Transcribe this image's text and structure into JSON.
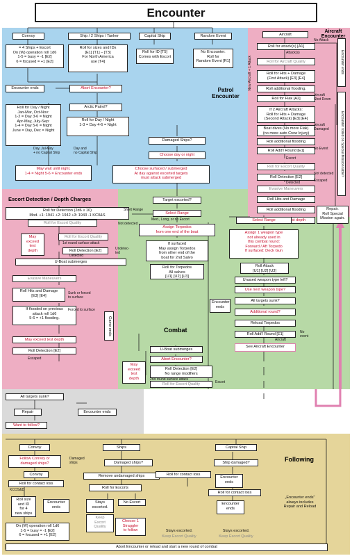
{
  "title": "Encounter",
  "colors": {
    "encounter_blue": "#a9d4ee",
    "escort_pink": "#eeaec3",
    "combat_green": "#b7d9a6",
    "aircraft_pink": "#eeaec3",
    "following_tan": "#e5d59a",
    "sunk_gray": "#dadada",
    "red_text": "#c8102e",
    "gray_text": "#8a8a8a"
  },
  "zones": {
    "patrol": "Patrol\nEncounter",
    "aircraft": "Aircraft\nEncounter",
    "escort": "Escort Detection / Depth Charges",
    "combat": "Combat",
    "following": "Following"
  },
  "patrol": {
    "convoy": "Convoy",
    "ships": "Ship / 2 Ships / Tanker",
    "capital": "Capital Ship",
    "random": "Random Event",
    "convoy_detail": "= 4 Ships + Escort\nOn (W) operation roll 1d6\n1-5 = busy = -1 [E2]\n6 = focused = +1 [E2]",
    "ships_detail": "Roll for sizes and IDs\n[E1] [T1] – [T3]\nFor North America\nuse [T4]",
    "capital_detail": "Roll for ID [T5]\nComes with Escort",
    "random_detail": "No Encounter.\nRoll for\nRandom Event [R1]",
    "encounter_ends": "Encounter ends",
    "abort": "Abort Encounter?",
    "arctic": "Arctic Patrol?",
    "day_night": "Roll for Day / Night\nJan-Mar, Oct-Nov:\n1-2 = Day 3-6 = Night\nApr-May, July-Sep:\n1-4 = Day 5-6 = Night\nJune = Day, Dec = Night",
    "arctic_roll": "Roll for Day / Night\n1-3 = Day  4-6 = Night",
    "damaged": "Damaged Ships?",
    "choose_dn": "Choose day or night",
    "may_wait": "May wait until night.\n1-4 = Night  5-6 = Encounter ends",
    "choose_surf": "Choose  surfaced / submerged\nAt day against escorted targets\nmust attack submerged",
    "lbl_day": "Day, Jul-May\n+ no Capital Ship",
    "lbl_daynocap": "Day and\nno Capital Ship"
  },
  "aircraft": {
    "aircraft": "Aircraft",
    "roll_attacks": "Roll for attack(s) [A1]",
    "roll_quality": "Roll for Aircraft Quality",
    "hits_damage": "Roll for Hits + Damage\n(First Attack) [E3] [E4]",
    "flooding1": "Roll additional flooding.",
    "flak": "Roll for Flak [A2]",
    "second_attack": "If 2 Aircraft Attacks:\nRoll for Hits + Damage\n(Second Attack) [E3] [E4]",
    "boat_dives": "Boat dives (No more Flak)\n(no more auto Crew Injury)",
    "flooding2": "Roll additional flooding",
    "add_round": "Roll Add'l Round [E1]",
    "escort_quality": "Roll for Escort Quality",
    "detection": "Roll Detection [E2]",
    "evasive": "Evasive Maneuvers",
    "hits_damage2": "Roll Hits and Damage",
    "flooding3": "Roll additional flooding",
    "exceed": "May exceed test depth",
    "enc_ends_side": "Encounter ends",
    "enc_ends_special": "Encounter rolled on Special Mission table?",
    "repair": "Repair.\nRoll Special\nMission again.",
    "lbl_no_attack": "No Attack",
    "lbl_attacks": "Attack(s)",
    "lbl_shot_down": "Aircraft\nShot Down",
    "lbl_damaged": "Aircraft\nDamaged",
    "lbl_no_event": "No Event",
    "lbl_escort": "Escort",
    "lbl_not_detected": "Not detected",
    "lbl_escaped": "Escaped",
    "lbl_detected": "Detected",
    "lbl_new_aircraft": "New Aircraft + 1 Attack"
  },
  "escort": {
    "target_escorted": "Target escorted?",
    "select_range": "Select Range",
    "range_opts": "Med., Long,   or no Escort",
    "assign_torpedos": "Assign Torpedos\nfrom one end of the boat",
    "if_surfaced": "If surfaced\nMay assign Torpedos\nfrom other end of the\nboat for 2nd Salvo",
    "roll_torpedos": "Roll for Torpedos\nAll salvos\n[U1] [U2] [U3]",
    "detection": "Roll for Detection (2d6 ≥ 10)\nMod. +1: 1941  +2: 1942  +3: 1943  -1 KC0&S",
    "escort_quality": "Roll for Escort Quality",
    "aircraft_quality": "Roll for Escort Quality",
    "roll_detection": "Roll Detection [E2]",
    "may_exceed": "May\nexceed\ntest\ndepth",
    "submerges": "U-Boat submerges",
    "evasive": "Evasive Maneuvers",
    "hits_damage": "Roll Hits and Damage\n[E3] [E4]",
    "flooded": "If flooded on previous\nattack roll 1d6\n5-6 = +1 flooding.",
    "exceed_depth": "May exceed test depth",
    "roll_detection2": "Roll Detection [E2]",
    "game_ends": "Game ends",
    "lbl_short": "Short Range",
    "lbl_not_detected": "Not detected",
    "lbl_detected": "Detected",
    "lbl_undetected": "Undetec-\nted",
    "lbl_sunk": "Sunk or forced\nto surface",
    "lbl_forced": "Forced to surface",
    "lbl_escaped": "Escaped",
    "lbl_surface_attack": "1st round surface attack"
  },
  "combat": {
    "select_range": "Select Range",
    "assign_weapon": "Assign 1 weapon type\nnot already used in\nthis combat round:\nForward / Aft Torpedo\nIf surfaced: Deck Gun",
    "roll_attack": "Roll Attack\n[U1] [U2] [U3]",
    "unused": "Unused weapon type left?",
    "use_next": "Use next weapon type?",
    "all_sunk": "All targets sunk?",
    "additional_round": "Additional round?",
    "reload": "Reload Torpedos",
    "add_round": "Roll Add'l Round [E1]",
    "see_aircraft": "See Aircraft Encounter",
    "enc_ends": "Encounter\nends",
    "submerges": "U-Boat submerges",
    "abort": "Abort Encounter?",
    "detection": "Roll Detection [E2]\nNo range modifiers",
    "may_exceed": "May\nexceed\ntest\ndepth",
    "escort_quality": "Roll for Escort Quality",
    "lbl_escort": "Escort",
    "lbl_no_event": "No\nevent",
    "lbl_aircraft": "Aircraft",
    "lbl_2nd_surface": "2nd round surface attack"
  },
  "sunk": {
    "all_sunk": "All targets sunk?",
    "repair": "Repair",
    "want_follow": "Want to follow?",
    "enc_ends": "Encounter ends"
  },
  "following": {
    "convoy": "Convoy",
    "ships": "Ships",
    "capital": "Capital Ship",
    "follow_convoy": "Follow Convoy or\ndamaged ships?",
    "convoy_box": "Convoy",
    "contact_loss": "Roll for contact loss",
    "roll_size": "Roll size\nand ID\nfor 4\nnew ships",
    "enc_ends_small": "Encounter\nends",
    "on_w": "On (W) operation roll 1d6\n1-5 = busy = -1 [E2]\n6 = focused = +1 [E2]",
    "damaged_ships": "Damaged ships?",
    "remove_undamaged": "Remove undamaged ships",
    "roll_escorts": "Roll for Escorts",
    "stays_escorted": "Stays\nescorted.",
    "keep_quality": "Keep\nEscort\nQuality",
    "no_escort": "No Escort",
    "straggler": "Choose 1\nStraggler\nto follow",
    "contact_loss2": "Roll for contact loss",
    "enc_ends2": "Encounter\nends",
    "stays2": "Stays escorted.",
    "keep2": "Keep Escort Quality",
    "ship_damaged": "Ship damaged?",
    "contact_loss3": "Roll for contact loss",
    "enc_ends3": "Encounter\nends",
    "stays3": "Stays escorted.",
    "keep3": "Keep Escort Quality",
    "note": "„Encounter ends\"\nalways includes\nRepair and Reload",
    "abort_bottom": "Abort Encounter or reload and start a new round of combat",
    "lbl_damaged_ships": "Damaged\nships",
    "lbl_kcos": "KCOS&D"
  }
}
